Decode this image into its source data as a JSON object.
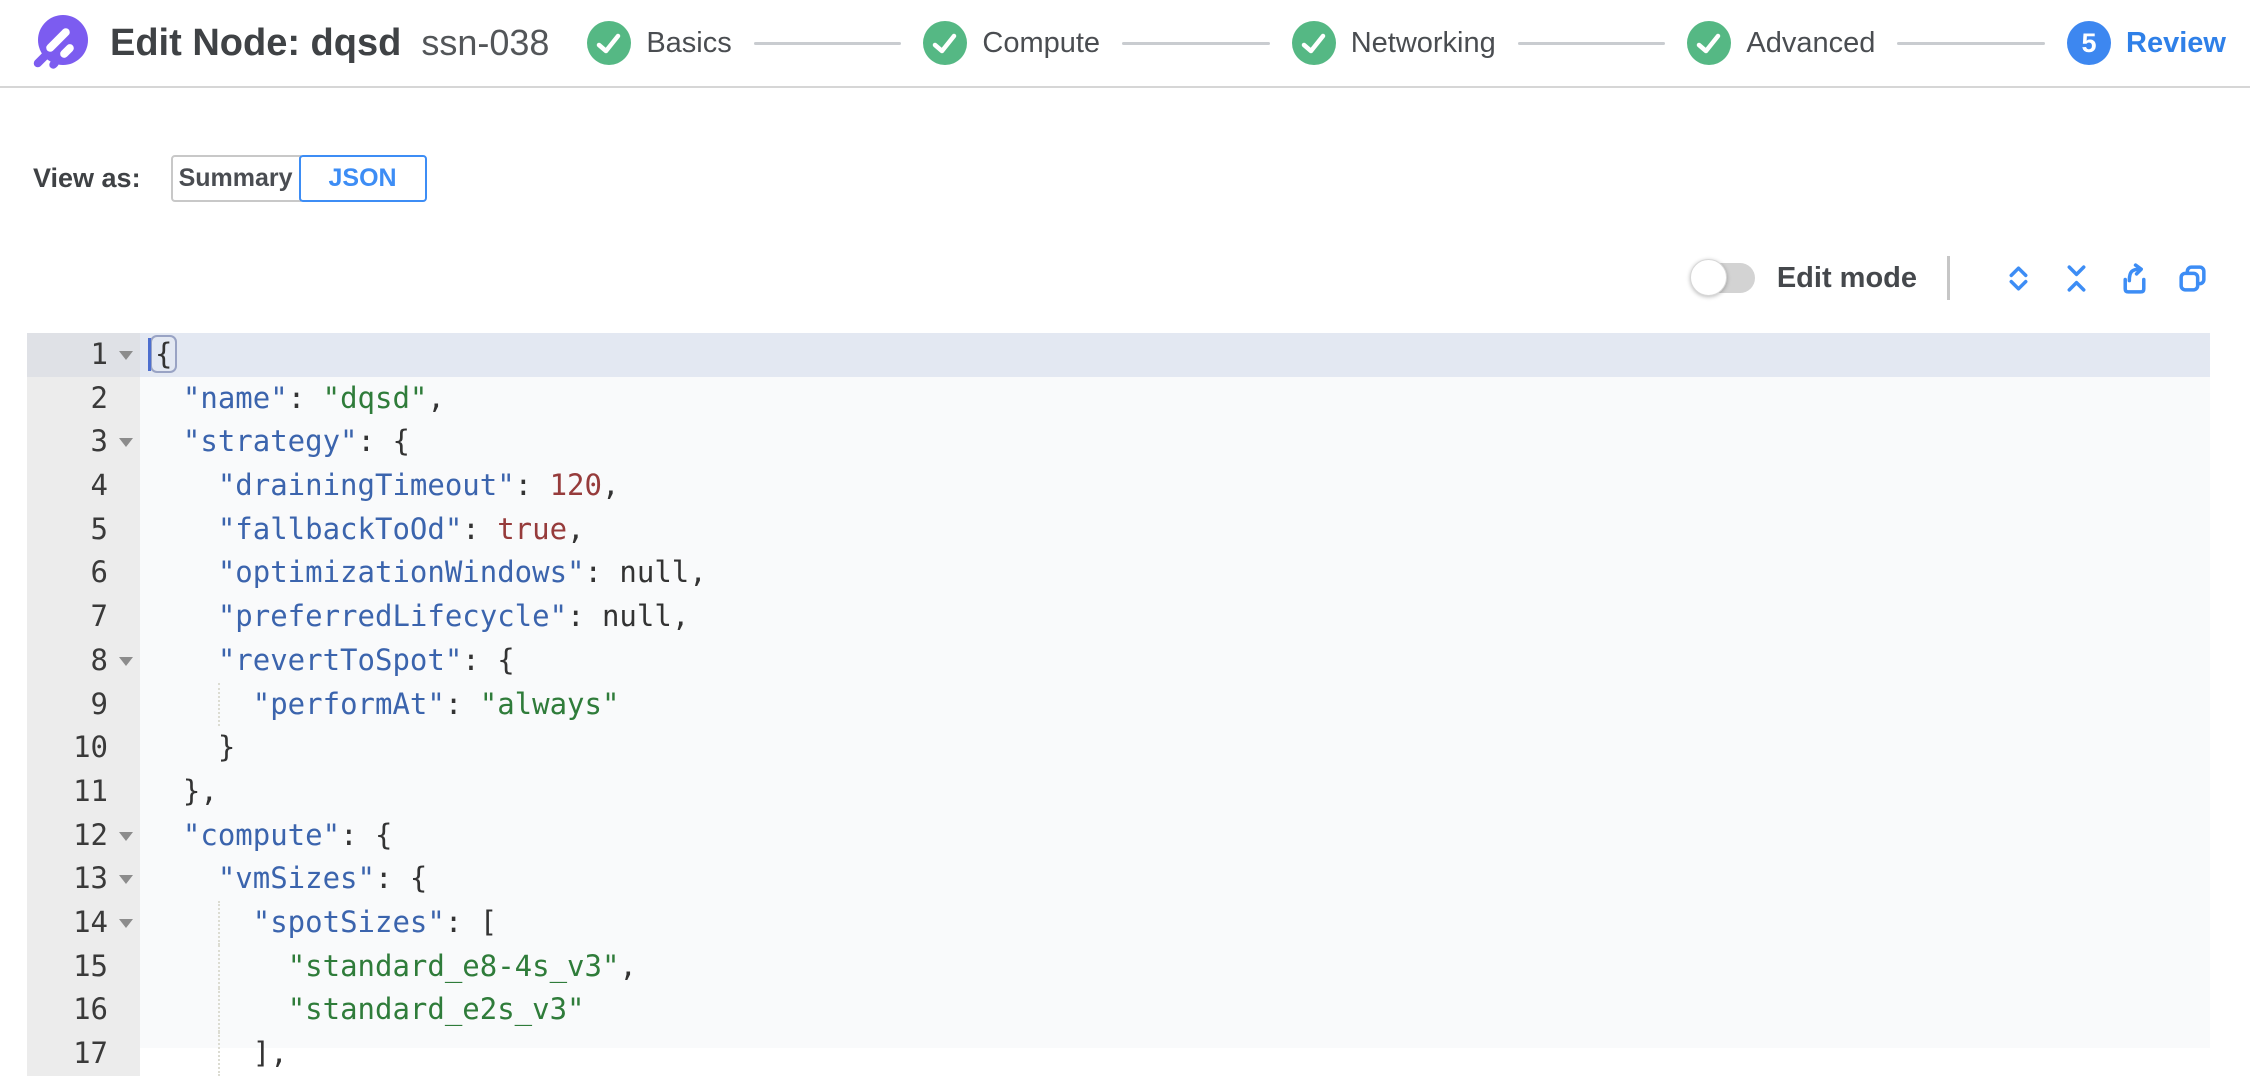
{
  "header": {
    "title": "Edit Node: dqsd",
    "subtitle": "ssn-038",
    "steps": [
      {
        "label": "Basics",
        "state": "complete"
      },
      {
        "label": "Compute",
        "state": "complete"
      },
      {
        "label": "Networking",
        "state": "complete"
      },
      {
        "label": "Advanced",
        "state": "complete"
      },
      {
        "label": "Review",
        "state": "active",
        "number": "5"
      }
    ]
  },
  "view_as": {
    "label": "View as:",
    "options": [
      {
        "label": "Summary",
        "selected": false
      },
      {
        "label": "JSON",
        "selected": true
      }
    ]
  },
  "toolbar": {
    "edit_mode_label": "Edit mode",
    "edit_mode_on": false,
    "icons": [
      "expand-all",
      "collapse-all",
      "export",
      "copy"
    ]
  },
  "colors": {
    "brand_purple": "#7c5cf0",
    "step_green": "#55b884",
    "accent_blue": "#3d8df5",
    "active_line_bg": "#e3e8f2",
    "json_key": "#3b64ad",
    "json_string": "#2f7c3a",
    "json_number": "#963b3b"
  },
  "editor": {
    "active_line": 1,
    "lines": [
      {
        "num": 1,
        "fold": true,
        "indent": 0,
        "tokens": [
          [
            "cursor",
            ""
          ],
          [
            "brace",
            "{"
          ]
        ]
      },
      {
        "num": 2,
        "fold": false,
        "indent": 2,
        "tokens": [
          [
            "key",
            "\"name\""
          ],
          [
            "punct",
            ": "
          ],
          [
            "str",
            "\"dqsd\""
          ],
          [
            "punct",
            ","
          ]
        ]
      },
      {
        "num": 3,
        "fold": true,
        "indent": 2,
        "tokens": [
          [
            "key",
            "\"strategy\""
          ],
          [
            "punct",
            ": {"
          ]
        ]
      },
      {
        "num": 4,
        "fold": false,
        "indent": 4,
        "tokens": [
          [
            "key",
            "\"drainingTimeout\""
          ],
          [
            "punct",
            ": "
          ],
          [
            "num",
            "120"
          ],
          [
            "punct",
            ","
          ]
        ]
      },
      {
        "num": 5,
        "fold": false,
        "indent": 4,
        "tokens": [
          [
            "key",
            "\"fallbackToOd\""
          ],
          [
            "punct",
            ": "
          ],
          [
            "bool",
            "true"
          ],
          [
            "punct",
            ","
          ]
        ]
      },
      {
        "num": 6,
        "fold": false,
        "indent": 4,
        "tokens": [
          [
            "key",
            "\"optimizationWindows\""
          ],
          [
            "punct",
            ": "
          ],
          [
            "null",
            "null"
          ],
          [
            "punct",
            ","
          ]
        ]
      },
      {
        "num": 7,
        "fold": false,
        "indent": 4,
        "tokens": [
          [
            "key",
            "\"preferredLifecycle\""
          ],
          [
            "punct",
            ": "
          ],
          [
            "null",
            "null"
          ],
          [
            "punct",
            ","
          ]
        ]
      },
      {
        "num": 8,
        "fold": true,
        "indent": 4,
        "tokens": [
          [
            "key",
            "\"revertToSpot\""
          ],
          [
            "punct",
            ": {"
          ]
        ]
      },
      {
        "num": 9,
        "fold": false,
        "indent": 6,
        "guides": [
          4
        ],
        "tokens": [
          [
            "key",
            "\"performAt\""
          ],
          [
            "punct",
            ": "
          ],
          [
            "str",
            "\"always\""
          ]
        ]
      },
      {
        "num": 10,
        "fold": false,
        "indent": 4,
        "tokens": [
          [
            "punct",
            "}"
          ]
        ]
      },
      {
        "num": 11,
        "fold": false,
        "indent": 2,
        "tokens": [
          [
            "punct",
            "},"
          ]
        ]
      },
      {
        "num": 12,
        "fold": true,
        "indent": 2,
        "tokens": [
          [
            "key",
            "\"compute\""
          ],
          [
            "punct",
            ": {"
          ]
        ]
      },
      {
        "num": 13,
        "fold": true,
        "indent": 4,
        "tokens": [
          [
            "key",
            "\"vmSizes\""
          ],
          [
            "punct",
            ": {"
          ]
        ]
      },
      {
        "num": 14,
        "fold": true,
        "indent": 6,
        "guides": [
          4
        ],
        "tokens": [
          [
            "key",
            "\"spotSizes\""
          ],
          [
            "punct",
            ": ["
          ]
        ]
      },
      {
        "num": 15,
        "fold": false,
        "indent": 8,
        "guides": [
          4
        ],
        "tokens": [
          [
            "str",
            "\"standard_e8-4s_v3\""
          ],
          [
            "punct",
            ","
          ]
        ]
      },
      {
        "num": 16,
        "fold": false,
        "indent": 8,
        "guides": [
          4
        ],
        "tokens": [
          [
            "str",
            "\"standard_e2s_v3\""
          ]
        ]
      },
      {
        "num": 17,
        "fold": false,
        "indent": 6,
        "guides": [
          4
        ],
        "tokens": [
          [
            "punct",
            "],"
          ]
        ]
      }
    ]
  }
}
